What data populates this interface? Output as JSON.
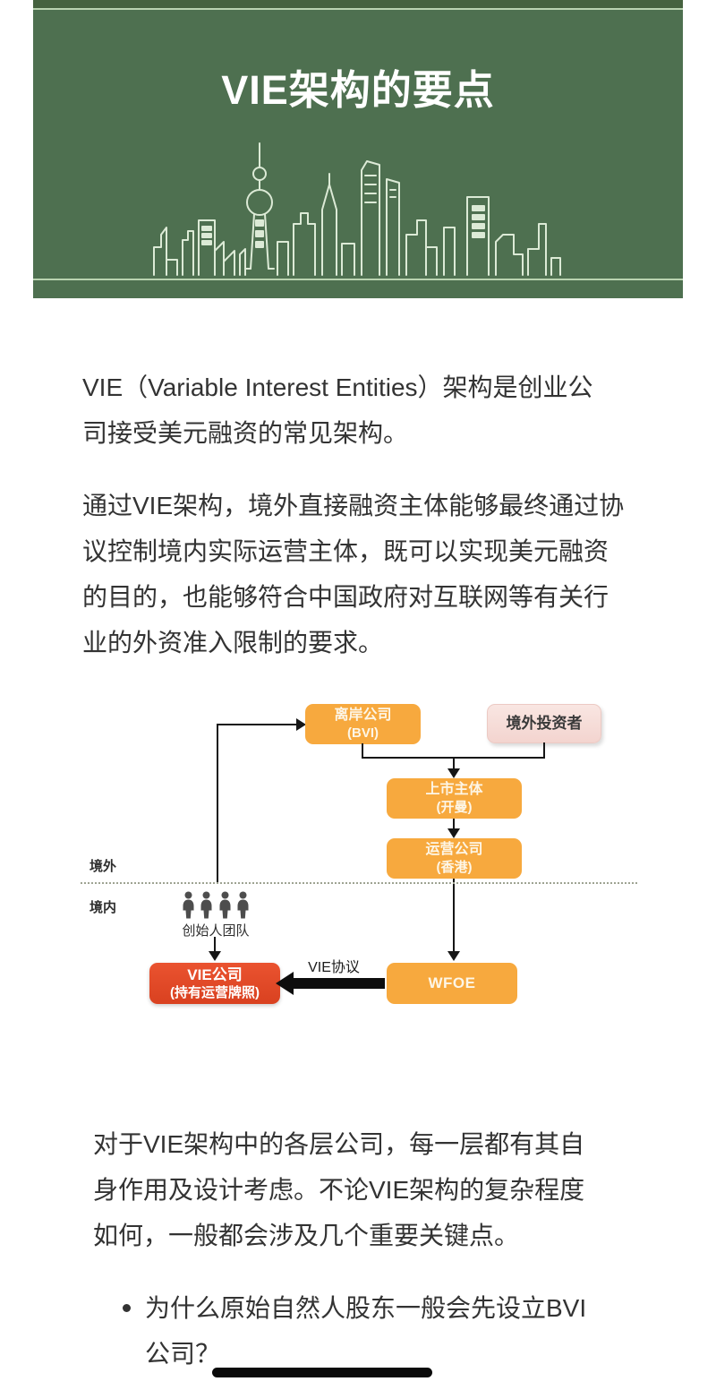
{
  "banner": {
    "title": "VIE架构的要点"
  },
  "article": {
    "p1": "VIE（Variable Interest Entities）架构是创业公\n司接受美元融资的常见架构。",
    "p2": "通过VIE架构，境外直接融资主体能够最终通过协\n议控制境内实际运营主体，既可以实现美元融资\n的目的，也能够符合中国政府对互联网等有关行\n业的外资准入限制的要求。",
    "p3": "对于VIE架构中的各层公司，每一层都有其自\n身作用及设计考虑。不论VIE架构的复杂程度\n如何，一般都会涉及几个重要关键点。",
    "bullet1": "为什么原始自然人股东一般会先设立BVI\n公司？"
  },
  "diagram": {
    "labels": {
      "offshore_region": "境外",
      "onshore_region": "境内",
      "vie_agreement": "VIE协议",
      "founders": "创始人团队"
    },
    "nodes": {
      "offshore_co": {
        "line1": "离岸公司",
        "line2": "(BVI)"
      },
      "investors": {
        "line1": "境外投资者"
      },
      "listed_co": {
        "line1": "上市主体",
        "line2": "(开曼)"
      },
      "op_co": {
        "line1": "运营公司",
        "line2": "(香港)"
      },
      "wfoe": {
        "line1": "WFOE"
      },
      "vie_co": {
        "line1": "VIE公司",
        "line2": "(持有运营牌照)"
      }
    },
    "colors": {
      "banner_green": "#4e7050",
      "box_orange": "#f7a93e",
      "box_pink": "#f8e0dc",
      "box_red": "#e24b29",
      "line_black": "#161616"
    }
  }
}
